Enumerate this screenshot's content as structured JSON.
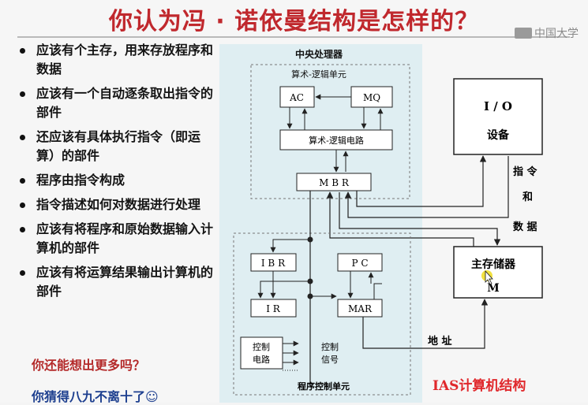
{
  "slide": {
    "title": "你认为冯 · 诺依曼结构是怎样的？",
    "logo_text": "中国大学",
    "bullets": [
      "应该有个主存，用来存放程序和数据",
      "应该有一个自动逐条取出指令的部件",
      "还应该有具体执行指令（即运算）的部件",
      "程序由指令构成",
      "指令描述如何对数据进行处理",
      "应该有将程序和原始数据输入计算机的部件",
      "应该有将运算结果输出计算机的部件"
    ],
    "question": "你还能想出更多吗？",
    "guess": "你猜得八九不离十了☺"
  },
  "diagram": {
    "cpu_label": "中央处理器",
    "alu_unit_label": "算术-逻辑单元",
    "ac": "AC",
    "mq": "MQ",
    "alu_circuit": "算术-逻辑电路",
    "mbr": "M B R",
    "ibr": "I B R",
    "pc": "P C",
    "ir": "I R",
    "mar": "MAR",
    "ctrl_circuit_l1": "控制",
    "ctrl_circuit_l2": "电路",
    "ctrl_signal_l1": "控制",
    "ctrl_signal_l2": "信号",
    "pcu_label": "程序控制单元",
    "io_l1": "I / O",
    "io_l2": "设备",
    "instr_data_1": "指 令",
    "instr_data_2": "和",
    "instr_data_3": "数 据",
    "mem_l1": "主存储器",
    "mem_l2": "M",
    "address": "地 址",
    "arch_label": "IAS计算机结构",
    "colors": {
      "title": "#c0282d",
      "arch": "#e0282c"
    }
  }
}
